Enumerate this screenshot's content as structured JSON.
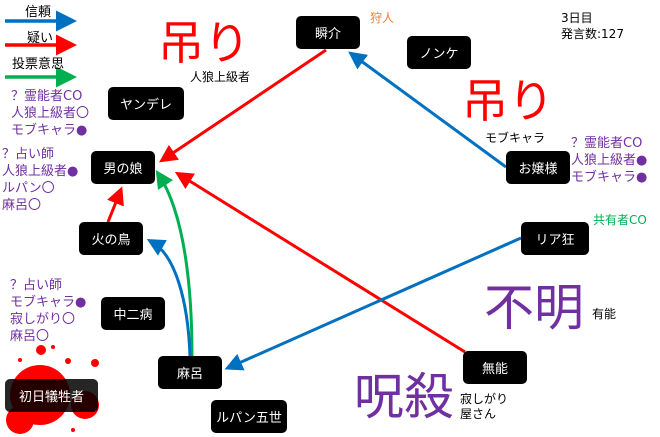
{
  "legend": [
    {
      "label": "信頼",
      "color": "#0070c0"
    },
    {
      "label": "疑い",
      "color": "#ff0000"
    },
    {
      "label": "投票意思",
      "color": "#00b050"
    }
  ],
  "info": {
    "day": "3日目",
    "post_count": "発言数:127"
  },
  "nodes": {
    "shunsuke": "瞬介",
    "nonke": "ノンケ",
    "yandere": "ヤンデレ",
    "otokonoko": "男の娘",
    "ojousama": "お嬢様",
    "hinotori": "火の鳥",
    "riakyou": "リア狂",
    "chuunibyou": "中二病",
    "maro": "麻呂",
    "munou": "無能",
    "first_victim": "初日犠牲者",
    "lupin": "ルパン五世"
  },
  "role_tags": {
    "hunter": "狩人",
    "sharer": "共有者CO"
  },
  "notes": {
    "yandere": [
      "？霊能者CO",
      "人狼上級者〇",
      "モブキャラ●"
    ],
    "otokonoko": [
      "？占い師",
      "人狼上級者●",
      "ルパン〇",
      "麻呂〇"
    ],
    "ojousama": [
      "？霊能者CO",
      "人狼上級者●",
      "モブキャラ●"
    ],
    "chuunibyou": [
      "？占い師",
      "モブキャラ●",
      "寂しがり〇",
      "麻呂〇"
    ]
  },
  "status_labels": {
    "hanged_1": "吊り",
    "hanged_2": "吊り",
    "unknown": "不明",
    "cursed": "呪殺"
  },
  "dead_names": {
    "hanged_1": "人狼上級者",
    "hanged_2": "モブキャラ",
    "unknown": "有能",
    "cursed_line1": "寂しがり",
    "cursed_line2": "屋さん"
  },
  "colors": {
    "trust": "#0070c0",
    "doubt": "#ff0000",
    "vote": "#00b050",
    "note": "#7030a0",
    "hunter": "#ed7d31"
  }
}
